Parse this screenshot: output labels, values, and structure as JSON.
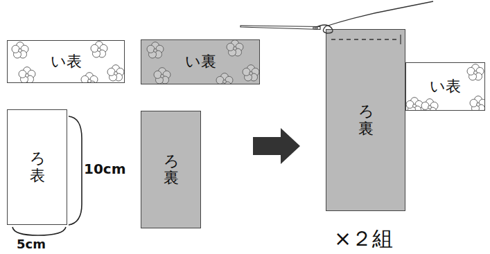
{
  "diagram": {
    "nodes": [
      {
        "text": [
          "い表"
        ]
      },
      {
        "text": [
          "い裏"
        ]
      },
      {
        "text": [
          "ろ表"
        ]
      },
      {
        "text": [
          "ろ裏"
        ]
      },
      {
        "text": [
          "ろ裏"
        ]
      },
      {
        "text": [
          "い表"
        ]
      }
    ],
    "labels": [
      "10cm",
      "5cm",
      "×２組"
    ]
  }
}
